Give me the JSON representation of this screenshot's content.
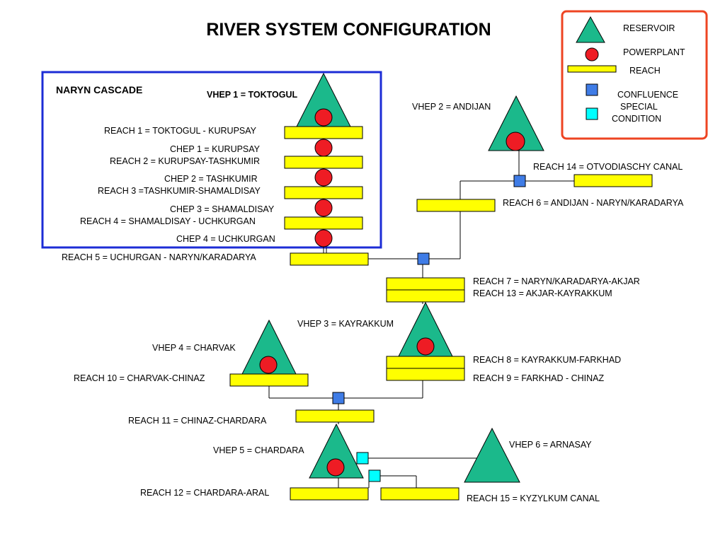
{
  "title": "RIVER SYSTEM CONFIGURATION",
  "colors": {
    "reservoir": "#1bb98b",
    "powerplant": "#ee1c24",
    "reach": "#ffff00",
    "confluence": "#3f7ce6",
    "special": "#00ffff",
    "legend_border": "#ee4422",
    "cascade_border": "#1c2cd6"
  },
  "legend": {
    "reservoir": "RESERVOIR",
    "powerplant": "POWERPLANT",
    "reach": "REACH",
    "confluence": "CONFLUENCE",
    "special_line1": "SPECIAL",
    "special_line2": "CONDITION"
  },
  "cascade": {
    "title": "NARYN CASCADE"
  },
  "labels": {
    "vhep1": "VHEP 1 = TOKTOGUL",
    "reach1": "REACH 1 = TOKTOGUL - KURUPSAY",
    "chep1": "CHEP 1 = KURUPSAY",
    "reach2": "REACH 2 = KURUPSAY-TASHKUMIR",
    "chep2": "CHEP 2 = TASHKUMIR",
    "reach3": "REACH 3 =TASHKUMIR-SHAMALDISAY",
    "chep3": "CHEP 3 = SHAMALDISAY",
    "reach4": "REACH 4 = SHAMALDISAY - UCHKURGAN",
    "chep4": "CHEP 4 = UCHKURGAN",
    "reach5": "REACH 5 = UCHURGAN - NARYN/KARADARYA",
    "vhep2": "VHEP 2 = ANDIJAN",
    "reach14": "REACH 14 = OTVODIASCHY CANAL",
    "reach6": "REACH 6 = ANDIJAN - NARYN/KARADARYA",
    "reach7": "REACH 7 = NARYN/KARADARYA-AKJAR",
    "reach13": "REACH 13 = AKJAR-KAYRAKKUM",
    "vhep3": "VHEP 3 = KAYRAKKUM",
    "reach8": "REACH 8 = KAYRAKKUM-FARKHAD",
    "reach9": "REACH 9 = FARKHAD - CHINAZ",
    "vhep4": "VHEP 4 = CHARVAK",
    "reach10": "REACH 10 = CHARVAK-CHINAZ",
    "reach11": "REACH 11 = CHINAZ-CHARDARA",
    "vhep5": "VHEP 5 = CHARDARA",
    "vhep6": "VHEP 6 = ARNASAY",
    "reach12": "REACH 12 = CHARDARA-ARAL",
    "reach15": "REACH 15 = KYZYLKUM CANAL"
  }
}
